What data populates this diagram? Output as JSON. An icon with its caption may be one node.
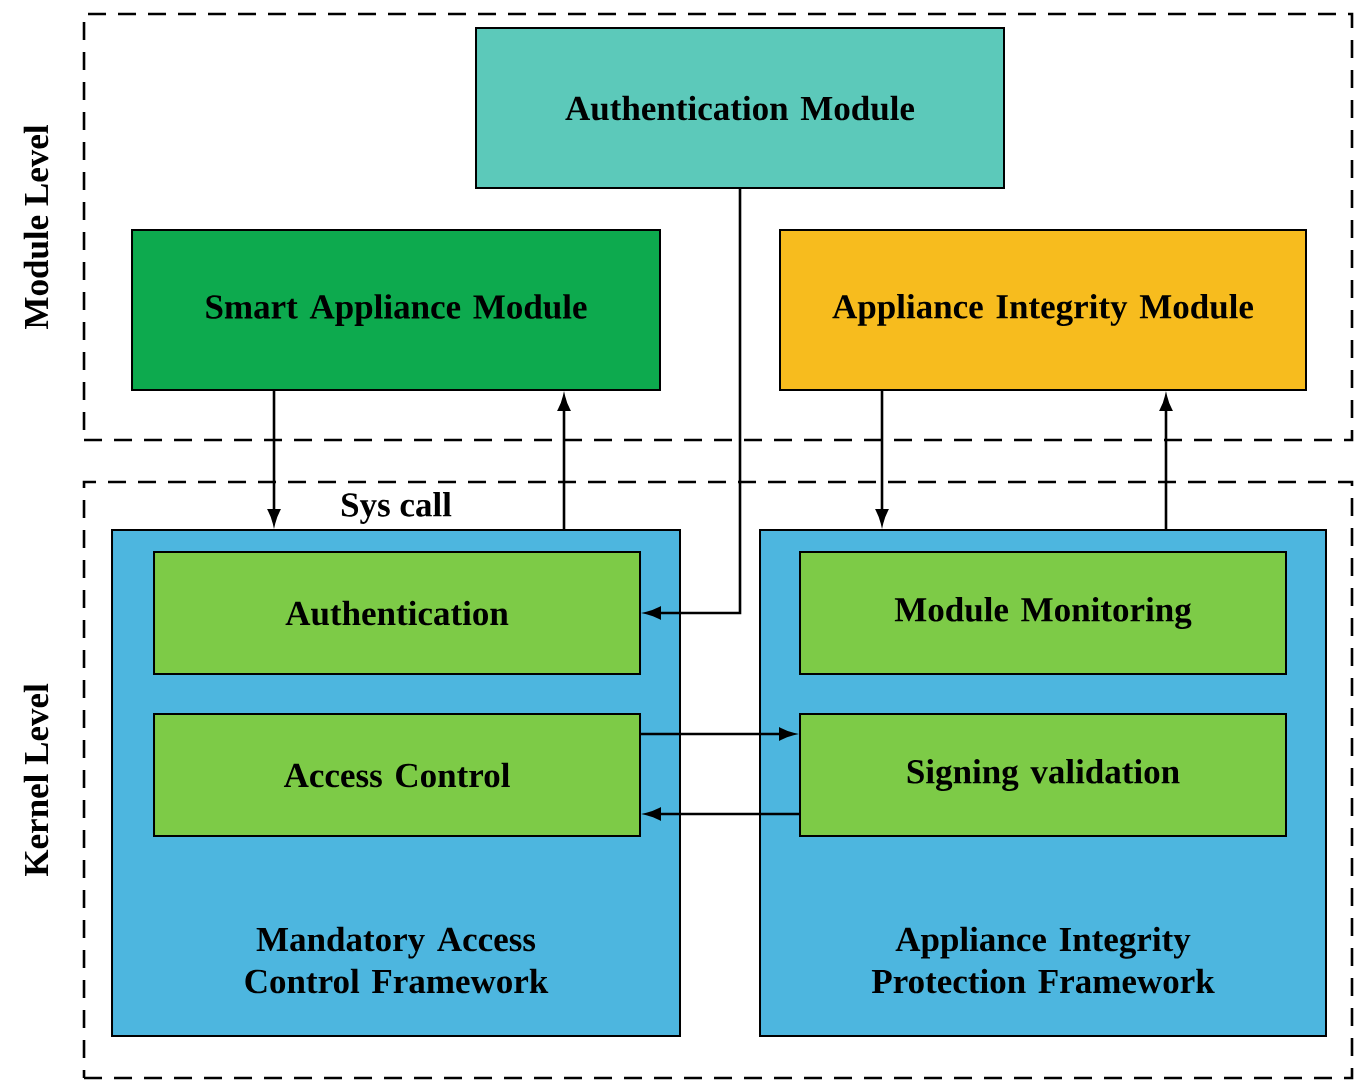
{
  "diagram": {
    "nodes": [
      {
        "text": [
          "Module Level"
        ]
      },
      {
        "text": [
          "Authentication Module"
        ],
        "in": 0
      },
      {
        "text": [
          "Smart Appliance Module"
        ],
        "in": 0
      },
      {
        "text": [
          "Appliance Integrity Module"
        ],
        "in": 0
      },
      {
        "text": [
          "Kernel Level"
        ]
      },
      {
        "text": [
          "Mandatory Access Control Framework"
        ],
        "in": 4
      },
      {
        "text": [
          "Authentication"
        ],
        "in": 5
      },
      {
        "text": [
          "Access Control"
        ],
        "in": 5
      },
      {
        "text": [
          "Appliance Integrity Protection Framework"
        ],
        "in": 4
      },
      {
        "text": [
          "Module Monitoring"
        ],
        "in": 8
      },
      {
        "text": [
          "Signing validation"
        ],
        "in": 8
      }
    ],
    "edges": [
      {
        "from": 2,
        "to": 5,
        "arrow": "to"
      },
      {
        "from": 5,
        "to": 2,
        "arrow": "to"
      },
      {
        "from": 1,
        "to": 6,
        "arrow": "to"
      },
      {
        "from": 3,
        "to": 8,
        "arrow": "to"
      },
      {
        "from": 8,
        "to": 3,
        "arrow": "to"
      },
      {
        "from": 7,
        "to": 10,
        "arrow": "to"
      },
      {
        "from": 10,
        "to": 7,
        "arrow": "to"
      }
    ],
    "labels": [
      "Sys call"
    ]
  }
}
